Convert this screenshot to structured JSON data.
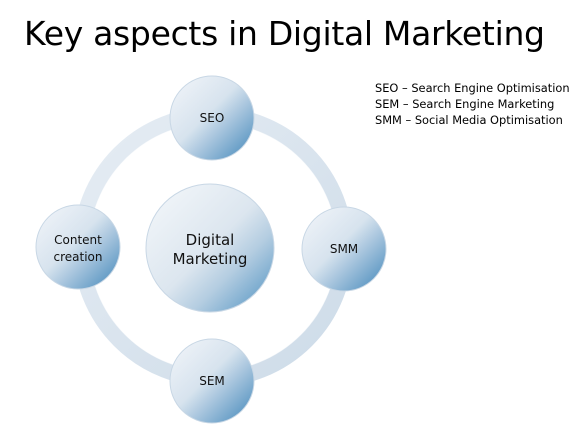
{
  "title": "Key aspects in Digital Marketing",
  "legend": [
    "SEO – Search Engine Optimisation",
    "SEM – Search Engine Marketing",
    "SMM – Social Media Optimisation"
  ],
  "diagram": {
    "center": [
      "Digital",
      "Marketing"
    ],
    "nodes": {
      "top": [
        "SEO"
      ],
      "right": [
        "SMM"
      ],
      "bottom": [
        "SEM"
      ],
      "left": [
        "Content",
        "creation"
      ]
    }
  },
  "colors": {
    "ring": "#d9e4ee",
    "ring_edge": "#c3d3e2",
    "circle_light": "#eef3f8",
    "circle_mid": "#b9cfe2",
    "circle_accent": "#4f93c2"
  }
}
